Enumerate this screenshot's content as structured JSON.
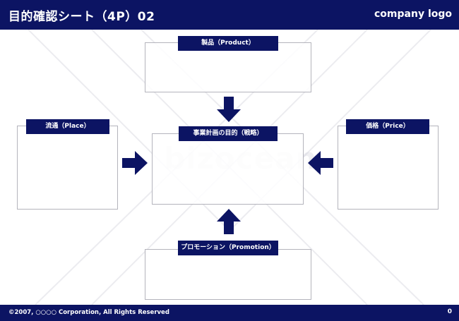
{
  "header": {
    "title": "目的確認シート（4P）02",
    "logo": "company logo"
  },
  "boxes": {
    "product": "製品（Product）",
    "place": "流通（Place）",
    "center": "事業計画の目的（戦略）",
    "price": "価格（Price）",
    "promotion": "プロモーション（Promotion）"
  },
  "watermark": "bizocean",
  "footer": {
    "copyright": "©2007, ○○○○ Corporation, All Rights Reserved",
    "page_number": "0"
  },
  "colors": {
    "brand": "#0c1463",
    "box_border": "#b4b4bc"
  }
}
